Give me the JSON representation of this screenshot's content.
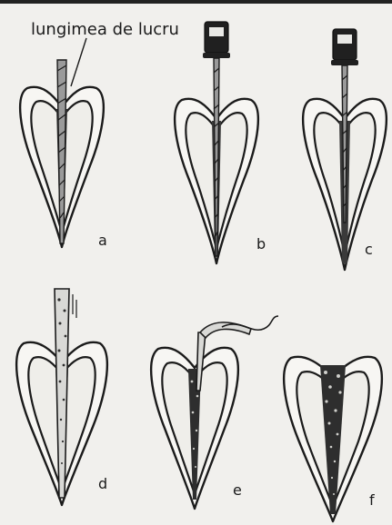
{
  "caption": {
    "working_length": "lungimea de lucru"
  },
  "panels": [
    {
      "letter": "a"
    },
    {
      "letter": "b"
    },
    {
      "letter": "c"
    },
    {
      "letter": "d"
    },
    {
      "letter": "e"
    },
    {
      "letter": "f"
    }
  ]
}
